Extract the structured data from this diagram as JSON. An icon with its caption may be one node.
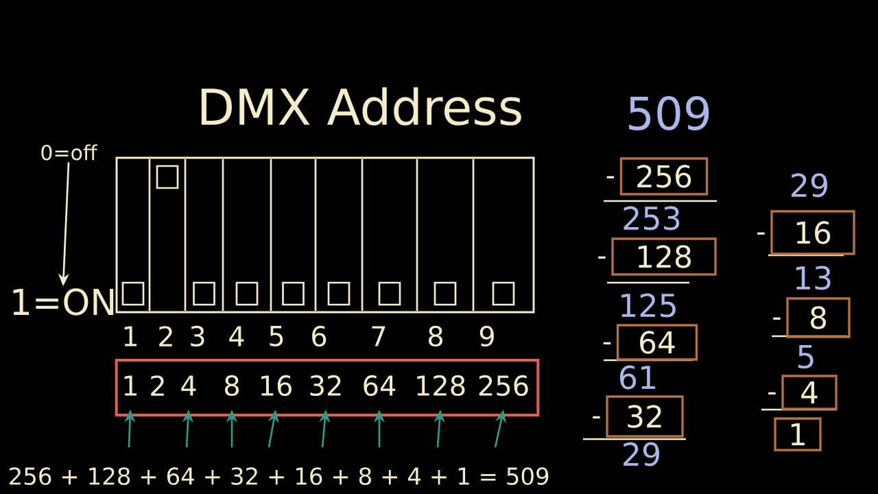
{
  "diagram": {
    "title": "DMX Address",
    "nodes": [
      {
        "text": [
          "0=off"
        ]
      },
      {
        "text": [
          "1=ON"
        ]
      },
      {
        "text": [],
        "shape": "box"
      },
      {
        "text": [
          "1"
        ],
        "in": 2
      },
      {
        "text": [
          "2"
        ],
        "in": 2
      },
      {
        "text": [
          "4"
        ],
        "in": 2
      },
      {
        "text": [
          "8"
        ],
        "in": 2
      },
      {
        "text": [
          "16"
        ],
        "in": 2
      },
      {
        "text": [
          "32"
        ],
        "in": 2
      },
      {
        "text": [
          "64"
        ],
        "in": 2
      },
      {
        "text": [
          "128"
        ],
        "in": 2
      },
      {
        "text": [
          "256"
        ],
        "in": 2
      },
      {
        "text": [
          "256"
        ],
        "beside": [
          "-"
        ]
      },
      {
        "text": [
          "128"
        ],
        "beside": [
          "-"
        ]
      },
      {
        "text": [
          "64"
        ],
        "beside": [
          "-"
        ]
      },
      {
        "text": [
          "32"
        ],
        "beside": [
          "-"
        ]
      },
      {
        "text": [
          "16"
        ],
        "beside": [
          "-"
        ]
      },
      {
        "text": [
          "8"
        ],
        "beside": [
          "-"
        ]
      },
      {
        "text": [
          "4"
        ],
        "beside": [
          "-"
        ]
      },
      {
        "text": [
          "1"
        ]
      }
    ],
    "edges": [
      {
        "from": 0,
        "to": 1,
        "arrow": "to",
        "color": "#f5edc8"
      },
      {
        "from": null,
        "to": 3,
        "arrow": "to"
      },
      {
        "from": null,
        "to": 5,
        "arrow": "to"
      },
      {
        "from": null,
        "to": 6,
        "arrow": "to"
      },
      {
        "from": null,
        "to": 7,
        "arrow": "to"
      },
      {
        "from": null,
        "to": 8,
        "arrow": "to"
      },
      {
        "from": null,
        "to": 9,
        "arrow": "to"
      },
      {
        "from": null,
        "to": 10,
        "arrow": "to"
      },
      {
        "from": null,
        "to": 11,
        "arrow": "to"
      }
    ],
    "labels": [
      "1",
      "2",
      "3",
      "4",
      "5",
      "6",
      "7",
      "8",
      "9",
      "509",
      "253",
      "125",
      "61",
      "29",
      "29",
      "13",
      "5",
      "256 + 128 + 64 + 32 + 16 + 8 + 4 + 1 = 509"
    ]
  }
}
